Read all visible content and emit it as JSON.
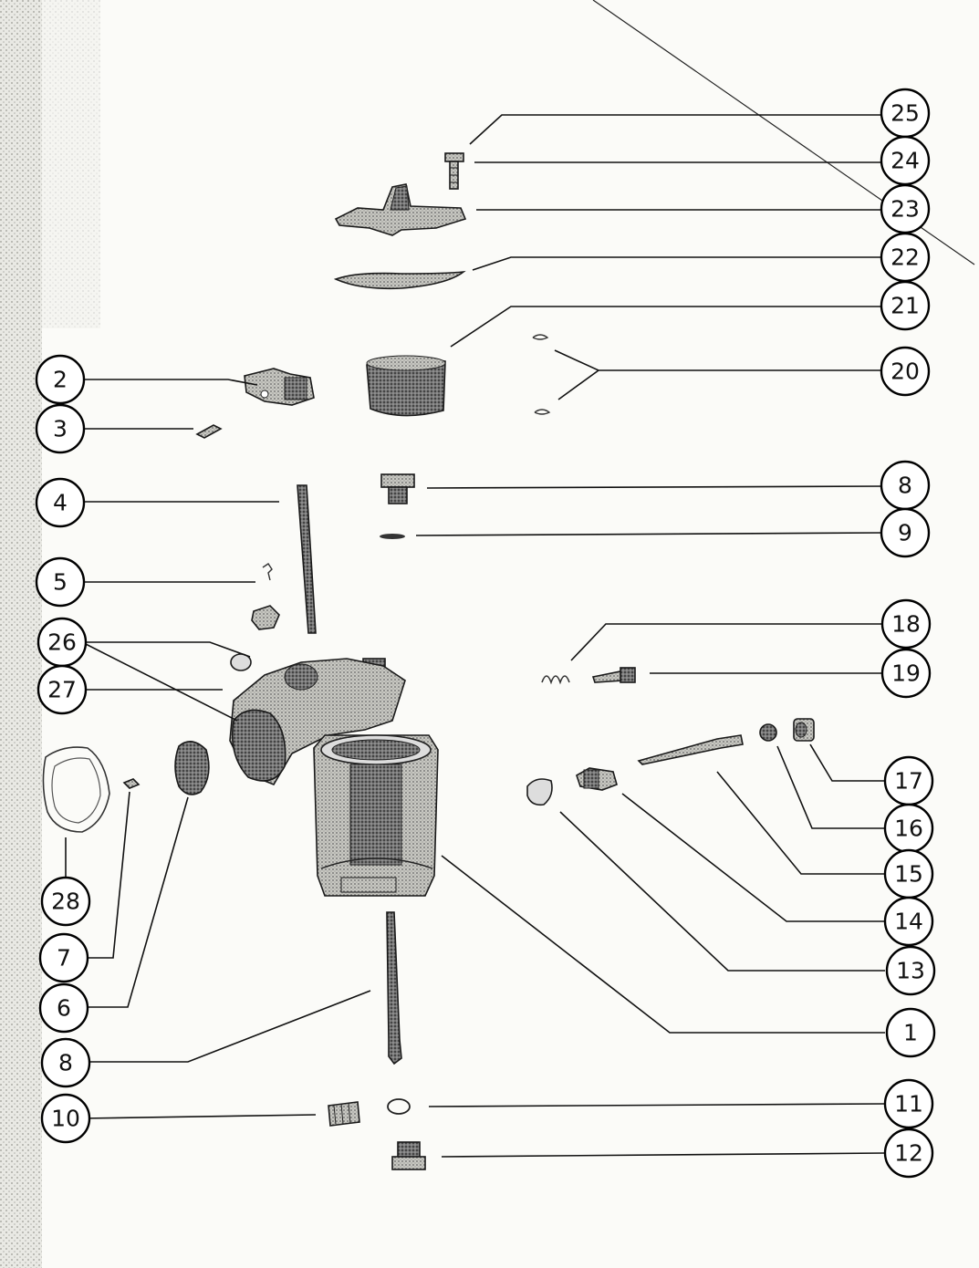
{
  "callouts": {
    "c25": "25",
    "c24": "24",
    "c23": "23",
    "c22": "22",
    "c21": "21",
    "c20": "20",
    "c2": "2",
    "c3": "3",
    "c4": "4",
    "c5": "5",
    "c26": "26",
    "c27": "27",
    "c28": "28",
    "c7": "7",
    "c6": "6",
    "c8a": "8",
    "c10": "10",
    "c8b": "8",
    "c9": "9",
    "c18": "18",
    "c19": "19",
    "c17": "17",
    "c16": "16",
    "c15": "15",
    "c14": "14",
    "c13": "13",
    "c1": "1",
    "c11": "11",
    "c12": "12"
  }
}
